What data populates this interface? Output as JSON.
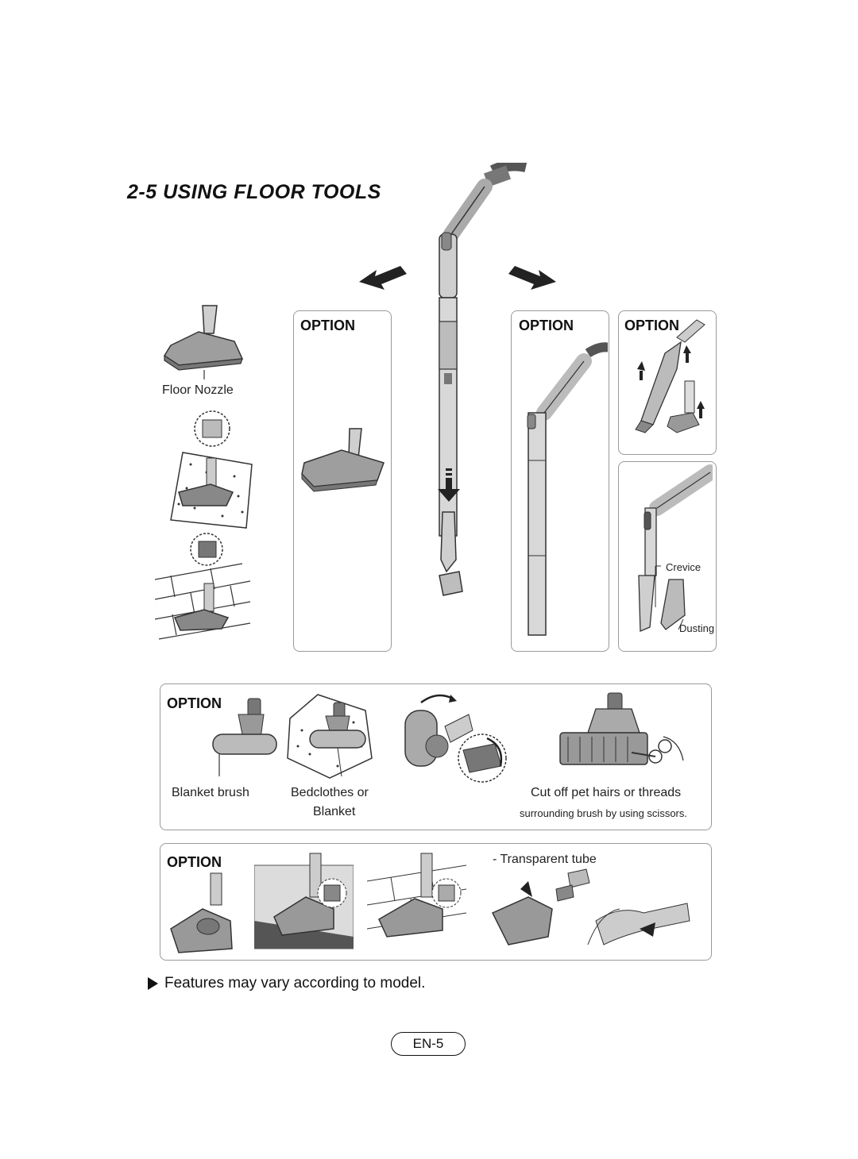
{
  "title": "2-5 USING FLOOR TOOLS",
  "option_label": "OPTION",
  "labels": {
    "floor_nozzle": "Floor Nozzle",
    "crevice": "Crevice",
    "dusting": "Dusting",
    "blanket_brush": "Blanket brush",
    "bedclothes_line1": "Bedclothes or",
    "bedclothes_line2": "Blanket",
    "cut_off_line1": "Cut off pet hairs or threads",
    "cut_off_line2": "surrounding brush by using scissors.",
    "transparent_tube": "- Transparent tube"
  },
  "note": "Features may vary according to model.",
  "page_number": "EN-5"
}
